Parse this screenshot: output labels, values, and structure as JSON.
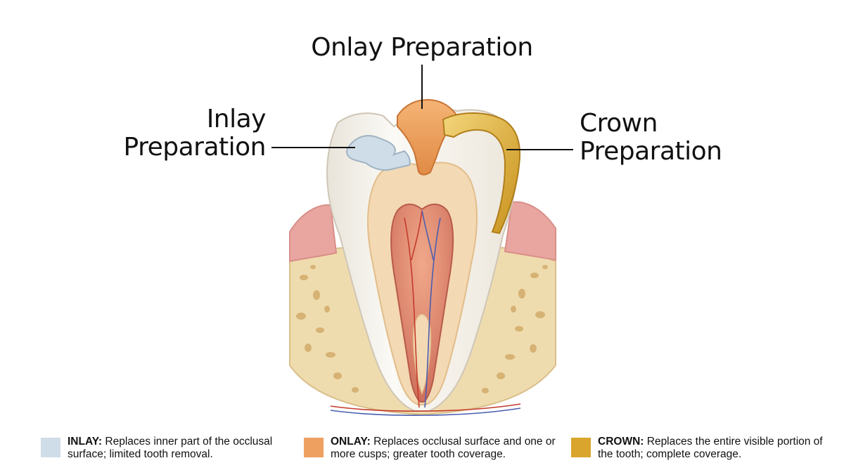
{
  "labels": {
    "inlay": [
      "Inlay",
      "Preparation"
    ],
    "onlay": "Onlay Preparation",
    "crown": [
      "Crown",
      "Preparation"
    ]
  },
  "legend": [
    {
      "term": "INLAY:",
      "text": "Replaces inner part of the occlusal surface; limited tooth removal.",
      "color": "#cfdde8"
    },
    {
      "term": "ONLAY:",
      "text": "Replaces occlusal surface and one or more cusps; greater tooth coverage.",
      "color": "#eea061"
    },
    {
      "term": "CROWN:",
      "text": "Replaces the entire visible portion of the tooth; complete coverage.",
      "color": "#d9a52c"
    }
  ],
  "colors": {
    "enamel": "#f4f1ea",
    "dentin": "#f3d9b4",
    "pulp": "#d9826c",
    "gum": "#e9a6a1",
    "bone": "#efdcae",
    "inlay": "#cfdde8",
    "onlay": "#eea061",
    "crown": "#d9a52c"
  }
}
